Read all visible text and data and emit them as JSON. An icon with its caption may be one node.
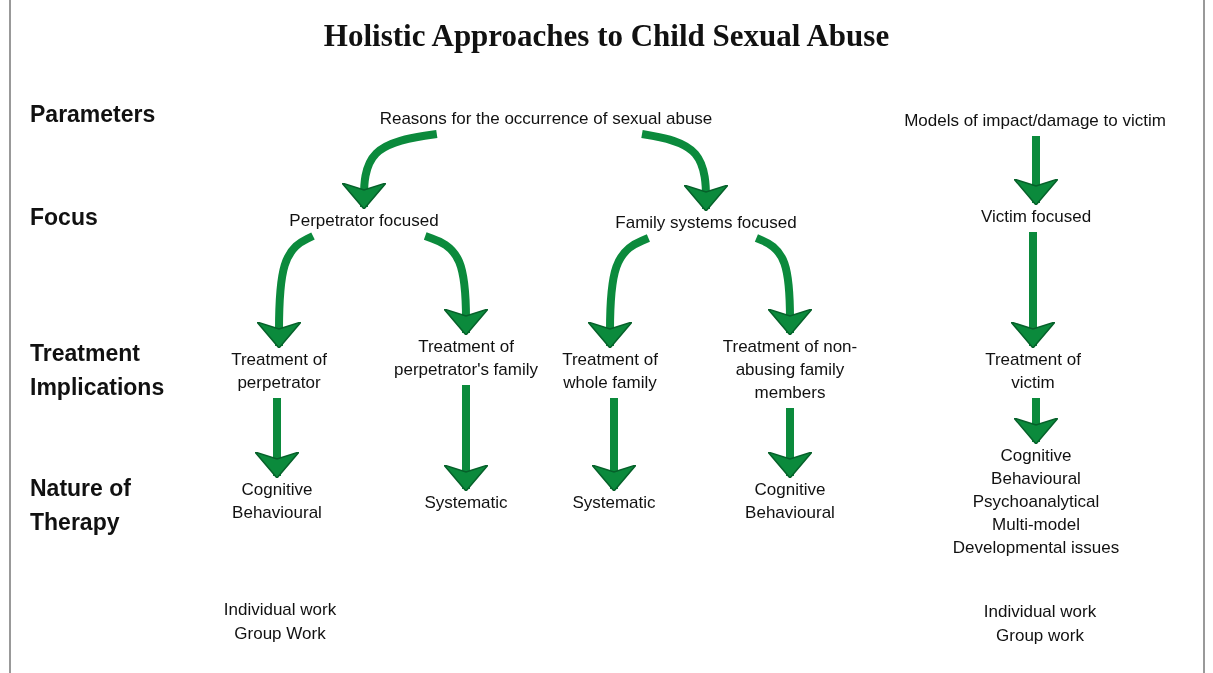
{
  "diagram": {
    "title": "Holistic Approaches to Child Sexual Abuse",
    "nodes": [
      {
        "text": [
          "Reasons for the occurrence of sexual abuse"
        ]
      },
      {
        "text": [
          "Models of impact/damage to victim"
        ]
      },
      {
        "text": [
          "Perpetrator focused"
        ]
      },
      {
        "text": [
          "Family systems focused"
        ]
      },
      {
        "text": [
          "Victim focused"
        ]
      },
      {
        "text": [
          "Treatment of perpetrator"
        ]
      },
      {
        "text": [
          "Treatment of perpetrator's family"
        ]
      },
      {
        "text": [
          "Treatment of whole family"
        ]
      },
      {
        "text": [
          "Treatment of non-abusing family members"
        ]
      },
      {
        "text": [
          "Treatment of victim"
        ]
      },
      {
        "text": [
          "Cognitive Behavioural"
        ]
      },
      {
        "text": [
          "Systematic"
        ]
      },
      {
        "text": [
          "Systematic"
        ]
      },
      {
        "text": [
          "Cognitive Behavioural"
        ]
      },
      {
        "text": [
          "Cognitive",
          "Behavioural",
          "Psychoanalytical",
          "Multi-model",
          "Developmental issues"
        ]
      }
    ],
    "edges": [
      {
        "from": 0,
        "to": 2,
        "arrow": "to"
      },
      {
        "from": 0,
        "to": 3,
        "arrow": "to"
      },
      {
        "from": 1,
        "to": 4,
        "arrow": "to"
      },
      {
        "from": 2,
        "to": 5,
        "arrow": "to"
      },
      {
        "from": 2,
        "to": 6,
        "arrow": "to"
      },
      {
        "from": 3,
        "to": 7,
        "arrow": "to"
      },
      {
        "from": 3,
        "to": 8,
        "arrow": "to"
      },
      {
        "from": 4,
        "to": 9,
        "arrow": "to"
      },
      {
        "from": 5,
        "to": 10,
        "arrow": "to"
      },
      {
        "from": 6,
        "to": 11,
        "arrow": "to"
      },
      {
        "from": 7,
        "to": 12,
        "arrow": "to"
      },
      {
        "from": 8,
        "to": 13,
        "arrow": "to"
      },
      {
        "from": 9,
        "to": 14,
        "arrow": "to"
      }
    ],
    "labels": [
      "Parameters",
      "Focus",
      "Treatment Implications",
      "Nature of Therapy",
      "Individual work",
      "Group Work",
      "Individual work",
      "Group work"
    ]
  }
}
